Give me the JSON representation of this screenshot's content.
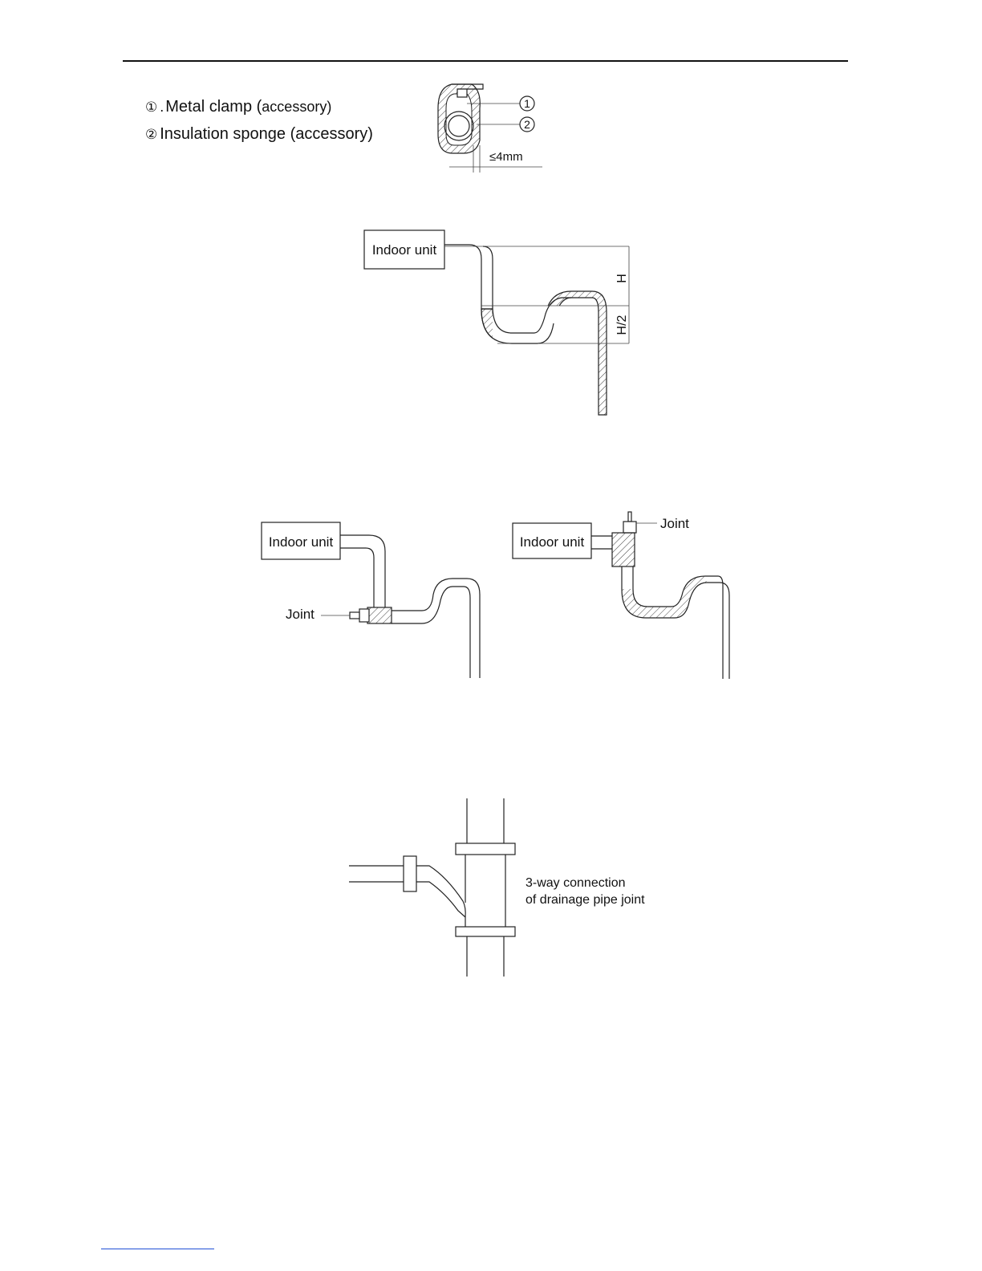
{
  "legend": {
    "item1": {
      "marker": "①",
      "sep": ".",
      "label": "Metal clamp (",
      "accessory": "accessory)"
    },
    "item2": {
      "marker": "②",
      "label": "Insulation sponge (accessory)"
    }
  },
  "clamp_figure": {
    "callout1": "1",
    "callout2": "2",
    "dimension": "≤4mm"
  },
  "trap_figure": {
    "unit_label": "Indoor unit",
    "height_label": "H",
    "half_height_label": "H/2"
  },
  "joint_figure_left": {
    "unit_label": "Indoor unit",
    "joint_label": "Joint"
  },
  "joint_figure_right": {
    "unit_label": "Indoor unit",
    "joint_label": "Joint"
  },
  "three_way_figure": {
    "caption_line1": "3-way connection",
    "caption_line2": "of drainage pipe joint"
  }
}
